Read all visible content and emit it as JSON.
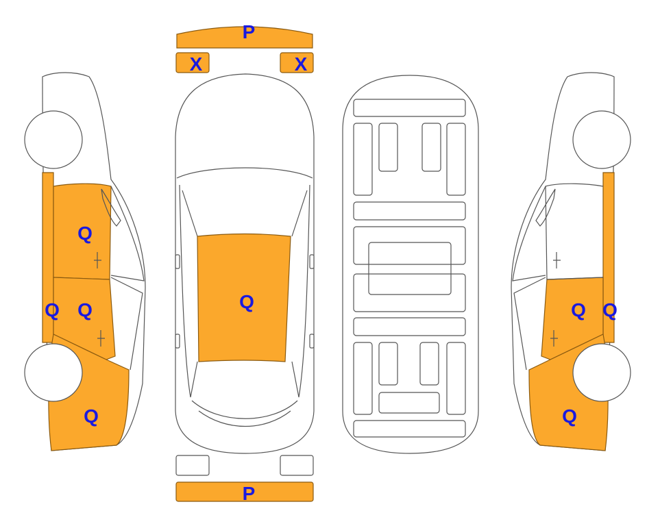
{
  "colors": {
    "damaged_fill": "#fba82c",
    "damaged_stroke": "#8a5a10",
    "label": "#1a1adf",
    "outline": "#555555"
  },
  "labels": {
    "front_bumper": "P",
    "rear_bumper": "P",
    "left_headlight": "X",
    "right_headlight": "X",
    "roof": "Q",
    "left_front_door": "Q",
    "left_rear_door": "Q",
    "left_rocker": "Q",
    "left_rear_quarter": "Q",
    "right_rear_door": "Q",
    "right_rocker": "Q",
    "right_rear_quarter": "Q"
  }
}
